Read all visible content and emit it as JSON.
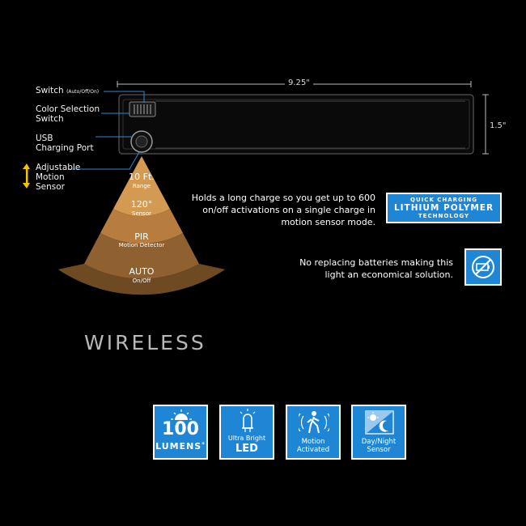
{
  "dimensions": {
    "length": "9.25\"",
    "height": "1.5\""
  },
  "callouts": {
    "switch": "Switch",
    "switch_modes": "(Auto/Off/On)",
    "color_switch_line1": "Color Selection",
    "color_switch_line2": "Switch",
    "usb_line1": "USB",
    "usb_line2": "Charging Port",
    "sensor_line1": "Adjustable",
    "sensor_line2": "Motion",
    "sensor_line3": "Sensor"
  },
  "cone": {
    "band1_title": "10 Ft.",
    "band1_sub": "Range",
    "band2_title": "120°",
    "band2_sub": "Sensor",
    "band3_title": "PIR",
    "band3_sub": "Motion Detector",
    "band4_title": "AUTO",
    "band4_sub": "On/Off"
  },
  "features": {
    "charge_line1": "Holds a long charge so you get up to 600",
    "charge_line2": "on/off  activations on a single charge in",
    "charge_line3": "motion sensor mode.",
    "battery_line1": "No replacing batteries making this",
    "battery_line2": "light an economical solution."
  },
  "lithium_badge": {
    "line1": "QUICK CHARGING",
    "line2": "LITHIUM POLYMER",
    "line3": "TECHNOLOGY"
  },
  "heading": "WIRELESS",
  "tiles": {
    "lumens_number": "100",
    "lumens_word": "LUMENS",
    "lumens_mark": "*",
    "led_line1": "Ultra Bright",
    "led_line2": "LED",
    "motion_line1": "Motion",
    "motion_line2": "Activated",
    "daynight_line1": "Day/Night",
    "daynight_line2": "Sensor"
  },
  "colors": {
    "accent_blue": "#1f86d6",
    "cone_light": "#d49a52",
    "cone_dark": "#6e4a22"
  }
}
